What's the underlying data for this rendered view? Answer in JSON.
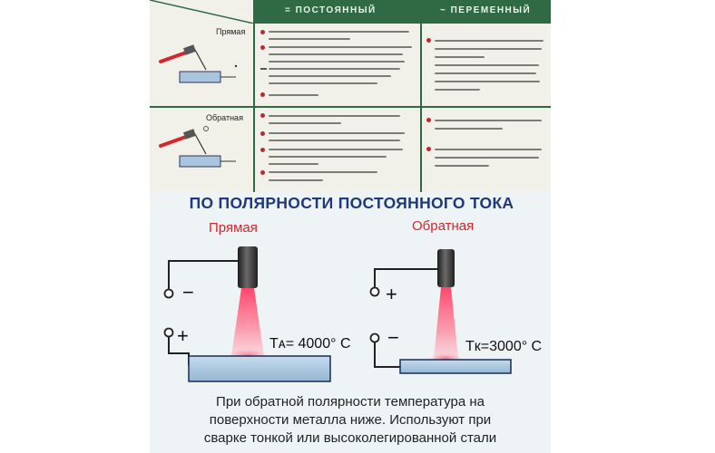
{
  "table": {
    "headers": [
      "= ПОСТОЯННЫЙ",
      "~ ПЕРЕМЕННЫЙ"
    ],
    "rows": [
      {
        "label": "Прямая"
      },
      {
        "label": "Обратная"
      }
    ]
  },
  "diagram": {
    "heading": "ПО ПОЛЯРНОСТИ ПОСТОЯННОГО ТОКА",
    "direct": {
      "title": "Прямая",
      "top_terminal": "−",
      "bottom_terminal": "+",
      "temperature": "Tᴀ= 4000° C"
    },
    "reverse": {
      "title": "Обратная",
      "top_terminal": "+",
      "bottom_terminal": "−",
      "temperature": "Tк=3000° C"
    },
    "caption": [
      "При обратной полярности температура на",
      "поверхности металла ниже. Используют при",
      "сварке тонкой или высоколегированной стали"
    ]
  },
  "colors": {
    "header_green": "#2f6a45",
    "heading_blue": "#1f3a78",
    "subtitle_red": "#d6262c",
    "metal_blue": "#a9c5de",
    "arc_pink": "#ff6f8a"
  }
}
